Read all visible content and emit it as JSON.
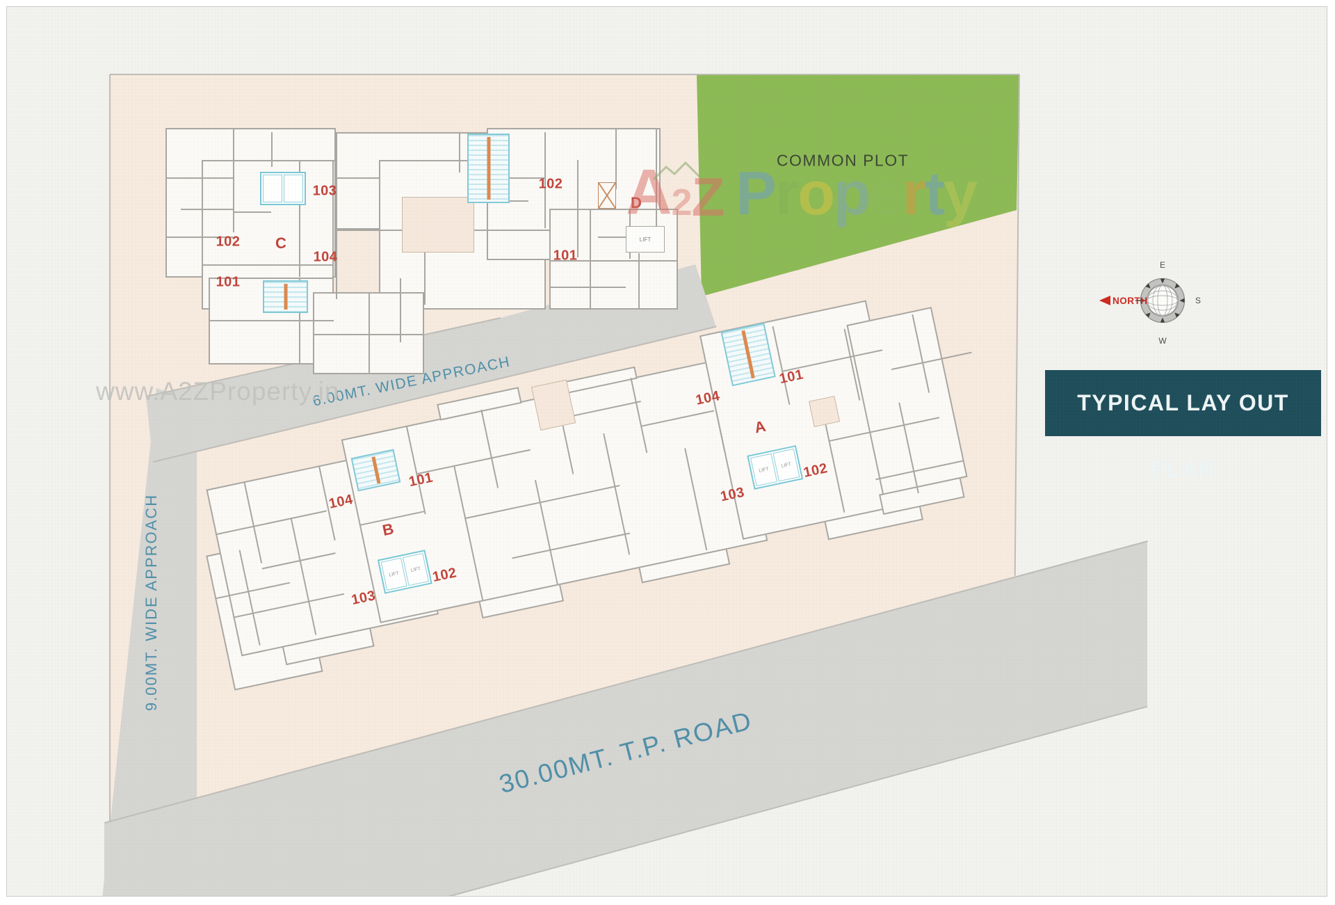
{
  "title": "TYPICAL LAY OUT PLAN",
  "common_plot": "COMMON PLOT",
  "roads": {
    "approach6": "6.00MT. WIDE APPROACH",
    "approach9": "9.00MT. WIDE APPROACH",
    "tp": "30.00MT. T.P. ROAD"
  },
  "compass": {
    "north": "NORTH",
    "east": "E",
    "south": "S",
    "west": "W"
  },
  "buildings": {
    "A": {
      "label": "A",
      "units": {
        "u101": "101",
        "u102": "102",
        "u103": "103",
        "u104": "104"
      }
    },
    "B": {
      "label": "B",
      "units": {
        "u101": "101",
        "u102": "102",
        "u103": "103",
        "u104": "104"
      }
    },
    "C": {
      "label": "C",
      "units": {
        "u101": "101",
        "u102": "102",
        "u103": "103",
        "u104": "104"
      }
    },
    "D": {
      "label": "D",
      "units": {
        "u101": "101",
        "u102": "102"
      }
    }
  },
  "lift_label": "LIFT",
  "watermarks": {
    "url": "www.A2ZProperty.in",
    "a": "A",
    "two": "2",
    "z": "Z",
    "letters": [
      "P",
      "r",
      "o",
      "p",
      "e",
      "r",
      "t",
      "y"
    ]
  },
  "colors": {
    "plot": "#f7eadf",
    "common_plot_green": "#8cba55",
    "road_gray": "#d5d5d2",
    "road_label_blue": "#4f8fa8",
    "unit_label_red": "#c2443a",
    "title_plate_teal": "#1f4e5b",
    "stairs_cyan": "#82cad8",
    "stairs_orange": "#dc8a4f"
  }
}
